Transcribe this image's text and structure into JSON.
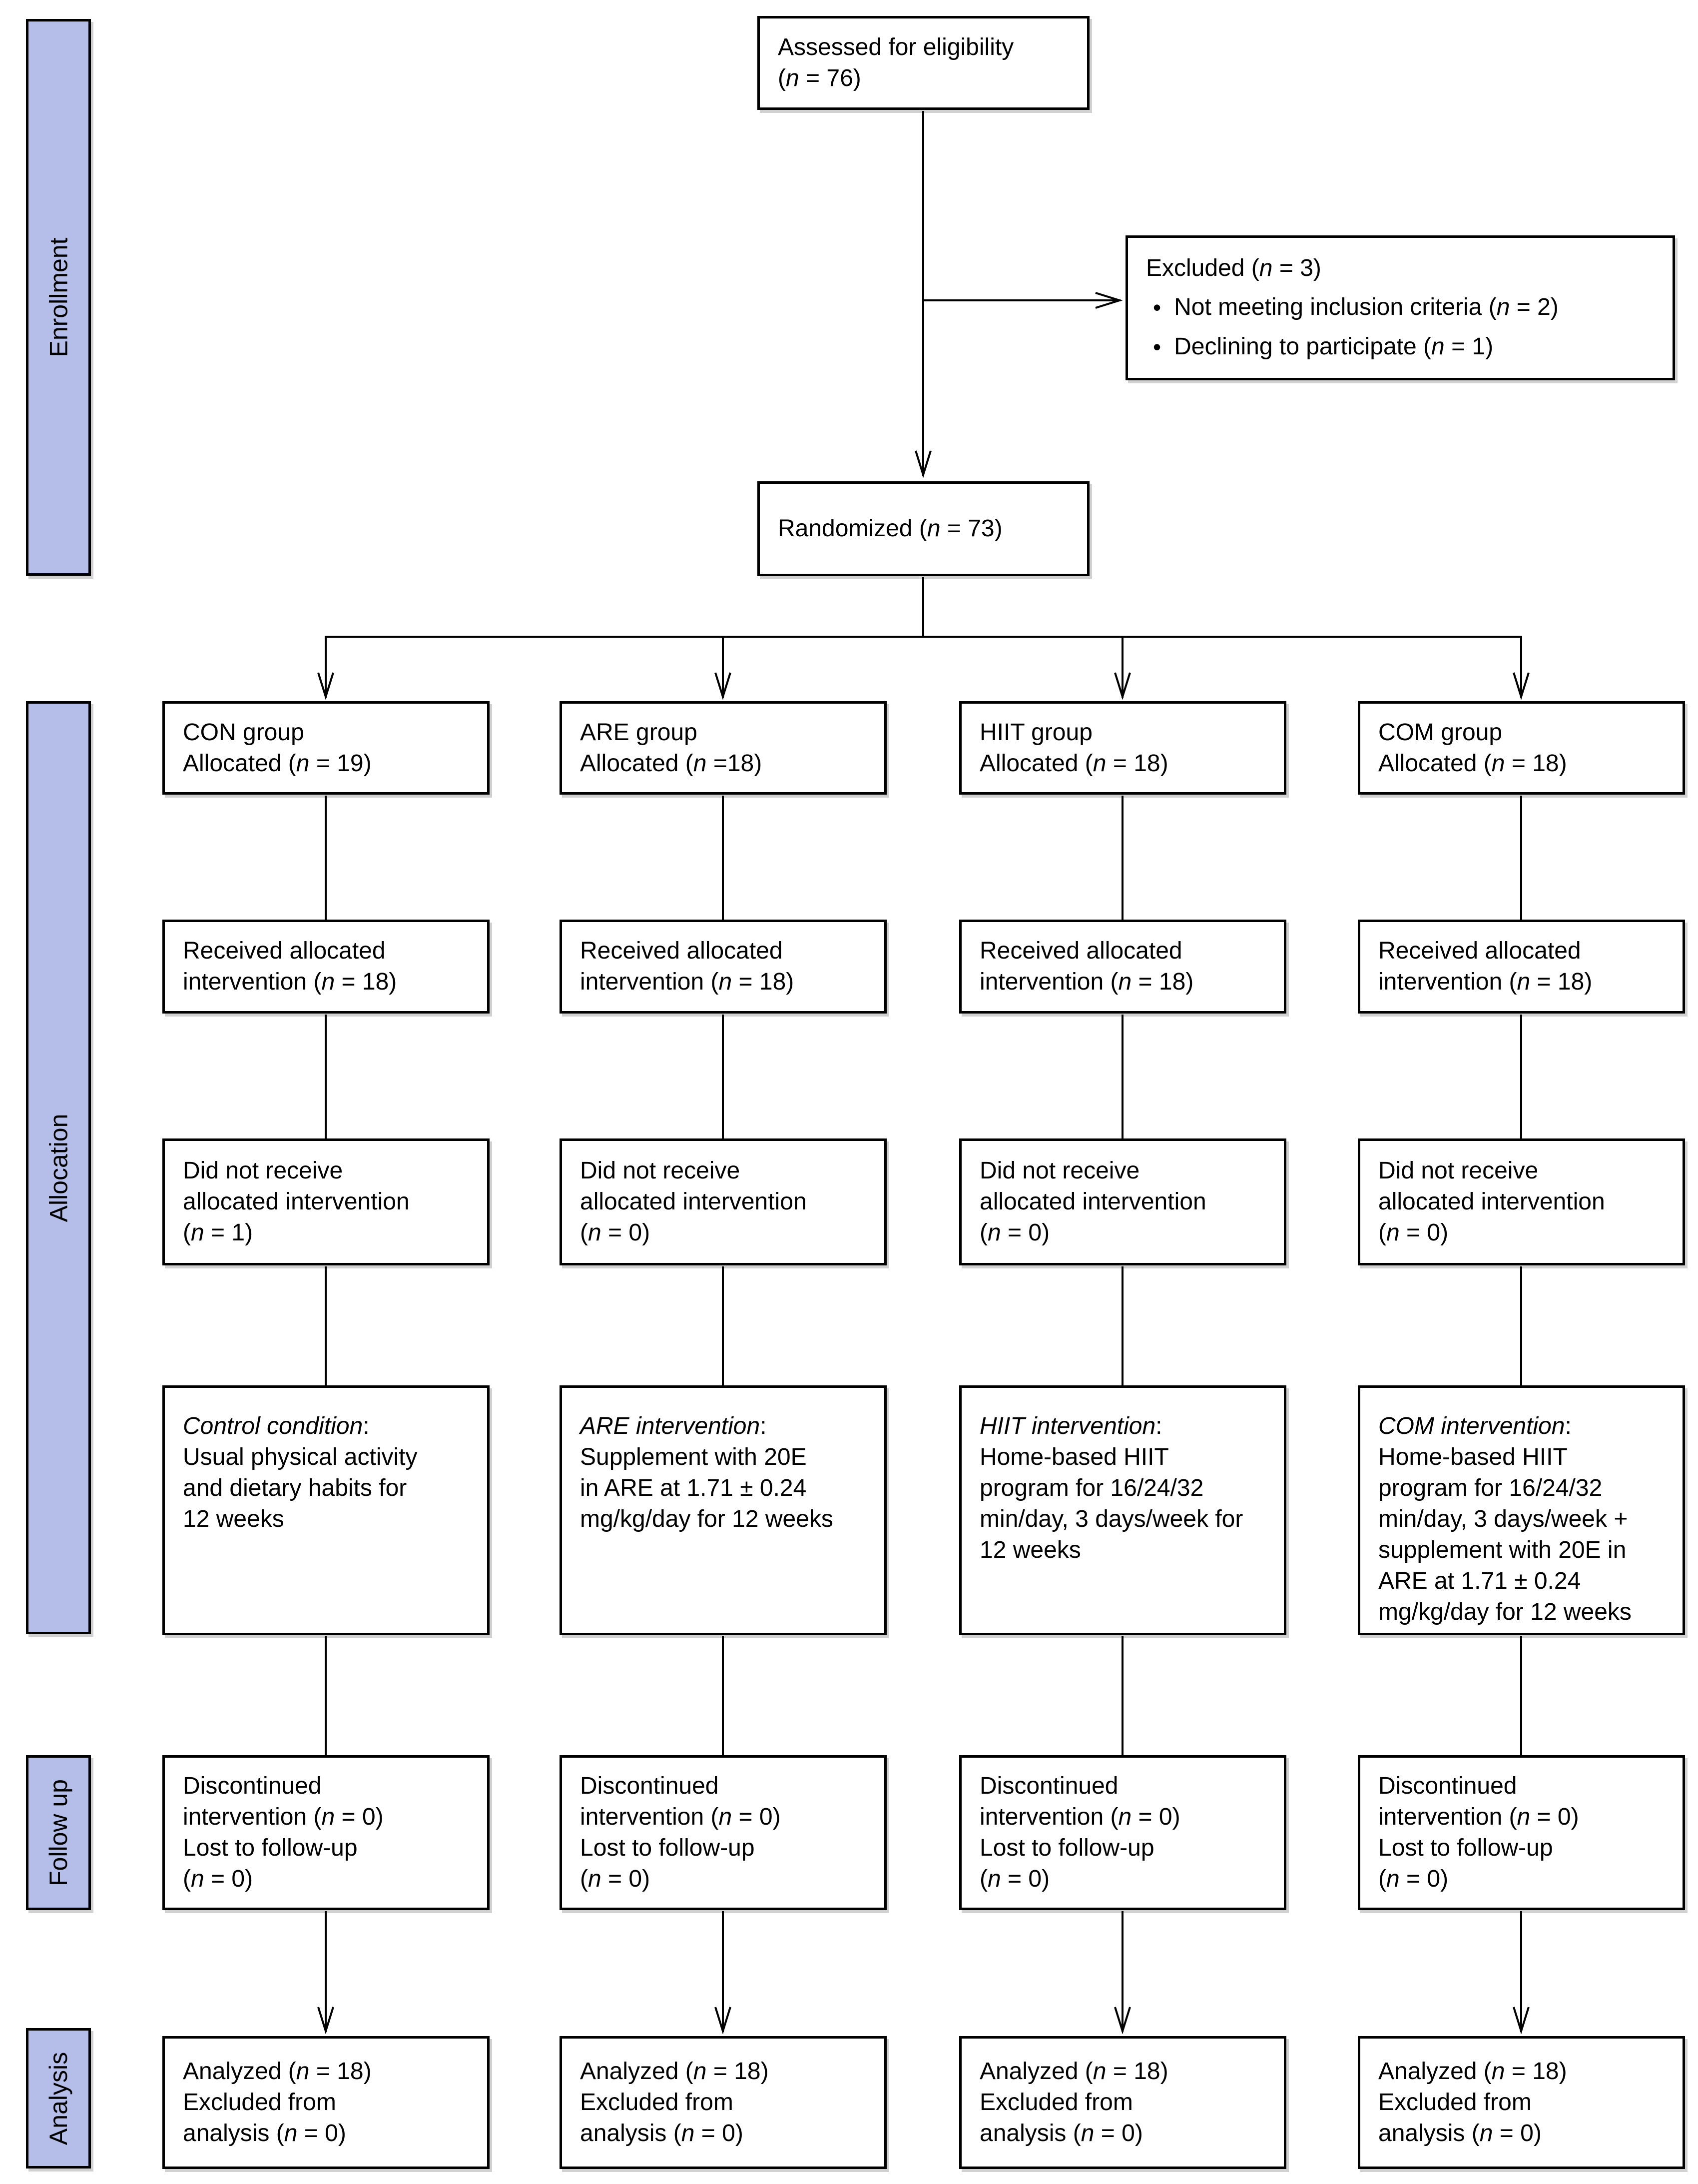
{
  "colors": {
    "sidebar_fill": "#b5bee9",
    "box_background": "#ffffff",
    "border": "#000000",
    "connector": "#000000",
    "page_background": "#ffffff"
  },
  "sidebar": {
    "enrollment_label": "Enrollment",
    "allocation_label": "Allocation",
    "followup_label": "Follow up",
    "analysis_label": "Analysis"
  },
  "top": {
    "eligibility": "Assessed for eligibility\n(*n* = 76)",
    "excluded_title": "Excluded (*n* = 3)",
    "excluded_items": [
      "Not meeting inclusion criteria (*n* = 2)",
      "Declining to participate (*n* = 1)"
    ],
    "randomized": "Randomized (*n* = 73)"
  },
  "groups": [
    {
      "allocated": "CON group\nAllocated (*n* = 19)",
      "received": "Received allocated\nintervention (*n* = 18)",
      "not_received": "Did not receive\nallocated intervention\n(*n* = 1)",
      "intervention": "*Control condition*:\n Usual physical activity\nand dietary habits for\n12 weeks",
      "followup": "Discontinued\nintervention (*n* = 0)\nLost to follow-up\n(*n* = 0)",
      "analyzed": "Analyzed (*n* = 18)\nExcluded from\nanalysis (*n* = 0)"
    },
    {
      "allocated": "ARE group\nAllocated (*n* =18)",
      "received": "Received allocated\nintervention (*n* = 18)",
      "not_received": "Did not receive\nallocated intervention\n(*n* = 0)",
      "intervention": "*ARE intervention*:\nSupplement with 20E\nin ARE at 1.71 ± 0.24\nmg/kg/day for 12 weeks",
      "followup": "Discontinued\nintervention (*n* = 0)\nLost to follow-up\n(*n* = 0)",
      "analyzed": "Analyzed (*n* = 18)\nExcluded from\nanalysis (*n* = 0)"
    },
    {
      "allocated": "HIIT group\nAllocated (*n* = 18)",
      "received": "Received allocated\nintervention (*n* = 18)",
      "not_received": "Did not receive\nallocated intervention\n(*n* = 0)",
      "intervention": "*HIIT intervention*:\nHome-based HIIT\nprogram for 16/24/32\nmin/day, 3 days/week for\n12 weeks",
      "followup": "Discontinued\nintervention (*n* = 0)\nLost to follow-up\n(*n* = 0)",
      "analyzed": "Analyzed (*n* = 18)\nExcluded from\nanalysis (*n* = 0)"
    },
    {
      "allocated": "COM group\nAllocated (*n* = 18)",
      "received": "Received allocated\nintervention (*n* = 18)",
      "not_received": "Did not receive\nallocated intervention\n(*n* = 0)",
      "intervention": "*COM intervention*:\nHome-based HIIT\nprogram for 16/24/32\nmin/day, 3 days/week +\nsupplement with 20E in\nARE at 1.71 ± 0.24\nmg/kg/day for 12 weeks",
      "followup": "Discontinued\nintervention (*n* = 0)\nLost to follow-up\n(*n* = 0)",
      "analyzed": "Analyzed (*n* = 18)\nExcluded from\nanalysis (*n* = 0)"
    }
  ]
}
